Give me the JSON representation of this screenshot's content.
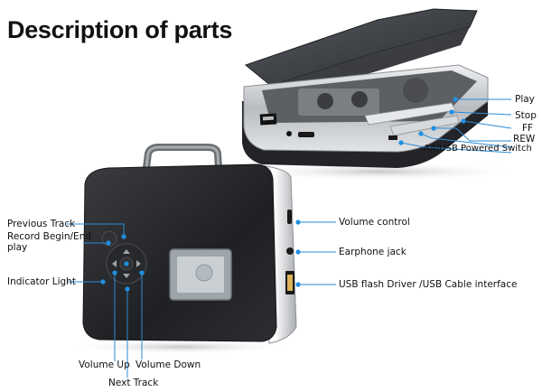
{
  "title": "Description of parts",
  "colors": {
    "leader": "#2a8bd6",
    "dot": "#1f8fe0",
    "body_dark": "#2b2d31",
    "chrome": "#c9cbce"
  },
  "labels": {
    "play": "Play",
    "stop": "Stop",
    "ff": "FF",
    "rew": "REW",
    "power_switch": "AA/USB Powered Switch",
    "volume_control": "Volume control",
    "earphone_jack": "Earphone jack",
    "usb_interface": "USB flash Driver /USB Cable interface",
    "previous_track": "Previous Track",
    "record_line1": "Record Begin/End",
    "record_line2": "play",
    "indicator_light": "Indicator Light",
    "volume_up": "Volume Up",
    "volume_down": "Volume Down",
    "next_track": "Next Track"
  }
}
